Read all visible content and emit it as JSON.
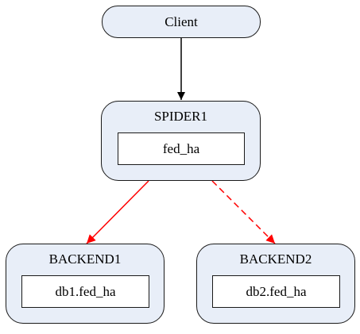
{
  "client": {
    "label": "Client"
  },
  "spider": {
    "label": "SPIDER1",
    "db": "fed_ha"
  },
  "backends": [
    {
      "label": "BACKEND1",
      "db": "db1.fed_ha"
    },
    {
      "label": "BACKEND2",
      "db": "db2.fed_ha"
    }
  ],
  "colors": {
    "node_fill": "#e8eef8",
    "border": "#1a1a1a",
    "arrow_client": "#000000",
    "arrow_active": "#ff0000",
    "arrow_standby": "#ff0000"
  },
  "connections": [
    {
      "from": "client",
      "to": "spider",
      "style": "solid",
      "color": "#000000"
    },
    {
      "from": "spider",
      "to": "backend1",
      "style": "solid",
      "color": "#ff0000"
    },
    {
      "from": "spider",
      "to": "backend2",
      "style": "dashed",
      "color": "#ff0000"
    }
  ]
}
